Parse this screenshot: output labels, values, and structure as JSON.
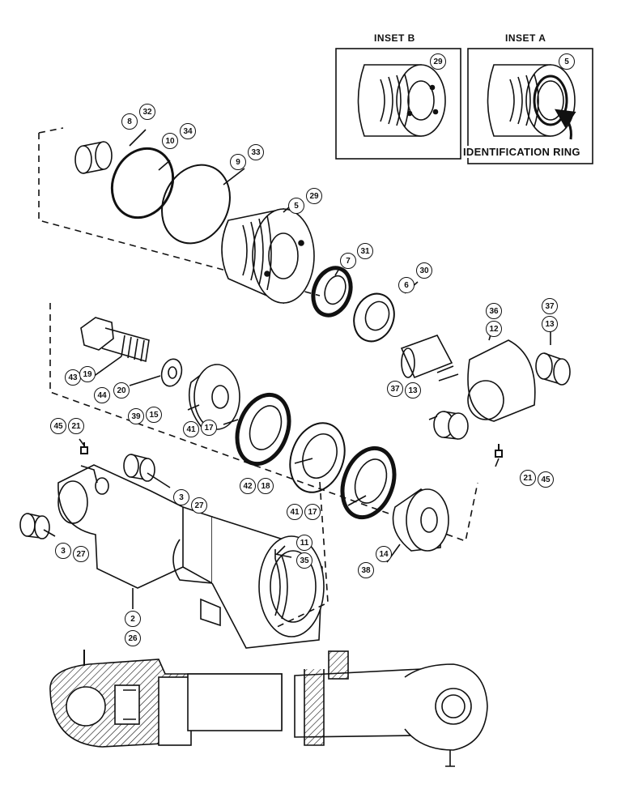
{
  "insets": {
    "inset_b": {
      "title": "INSET B",
      "callout": "29"
    },
    "inset_a": {
      "title": "INSET A",
      "callout": "5",
      "annotation": "IDENTIFICATION RING"
    }
  },
  "callouts": {
    "c8": "8",
    "c32": "32",
    "c10": "10",
    "c34": "34",
    "c9": "9",
    "c33": "33",
    "c5": "5",
    "c29": "29",
    "c7": "7",
    "c31": "31",
    "c6": "6",
    "c30": "30",
    "c36": "36",
    "c12": "12",
    "c37a": "37",
    "c13a": "13",
    "c43": "43",
    "c19": "19",
    "c44": "44",
    "c20": "20",
    "c39": "39",
    "c15": "15",
    "c37b": "37",
    "c13b": "13",
    "c45a": "45",
    "c21a": "21",
    "c41a": "41",
    "c17a": "17",
    "c42": "42",
    "c18": "18",
    "c21b": "21",
    "c45b": "45",
    "c3a": "3",
    "c27a": "27",
    "c41b": "41",
    "c17b": "17",
    "c11": "11",
    "c35": "35",
    "c3b": "3",
    "c27b": "27",
    "c14": "14",
    "c38": "38",
    "c2": "2",
    "c26": "26"
  },
  "colors": {
    "ink": "#111111",
    "paper": "#ffffff"
  }
}
